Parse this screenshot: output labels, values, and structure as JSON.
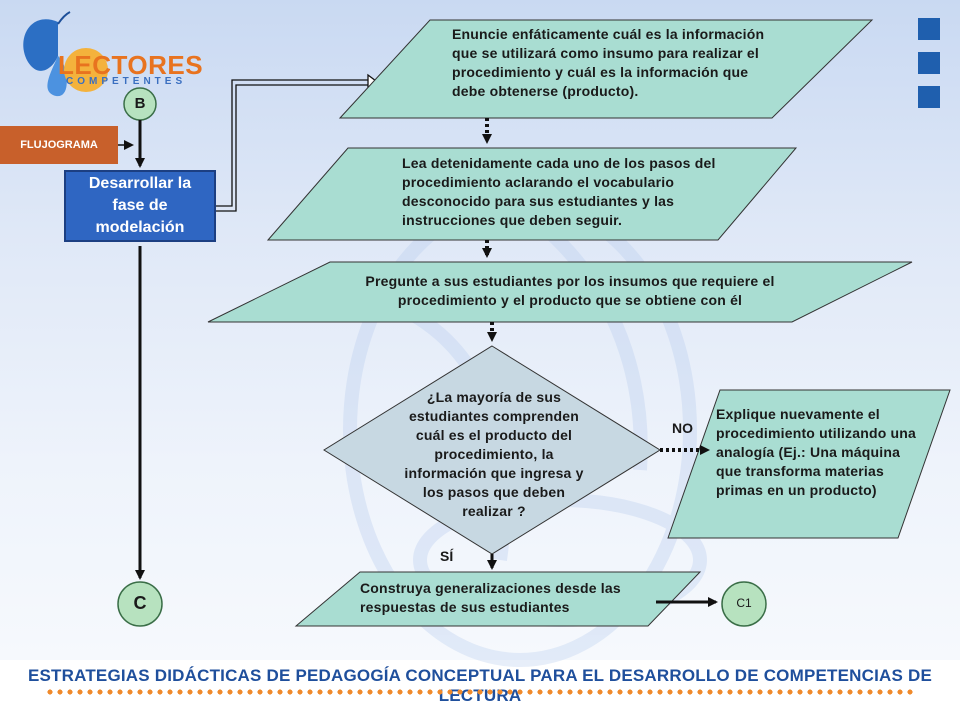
{
  "logo": {
    "title": "LECTORES",
    "subtitle": "COMPETENTES"
  },
  "nav_tag": "FLUJOGRAMA",
  "connectors": {
    "top": "B",
    "bottom": "C",
    "offpage": "C1"
  },
  "process": {
    "label": "Desarrollar la fase de modelación"
  },
  "steps": [
    "Enuncie enfáticamente cuál es la información que se utilizará como insumo para realizar el procedimiento y cuál es la información que debe obtenerse (producto).",
    "Lea detenidamente cada uno de los pasos del procedimiento aclarando el vocabulario desconocido para sus estudiantes y las instrucciones que deben seguir.",
    "Pregunte a sus estudiantes por los insumos que requiere el procedimiento y el producto que se obtiene con él"
  ],
  "decision": "¿La mayoría de sus estudiantes comprenden cuál es el producto del procedimiento, la información que ingresa y los pasos que deben realizar ?",
  "branch_no_label": "NO",
  "branch_yes_label": "SÍ",
  "no_action": "Explique nuevamente el procedimiento utilizando una analogía (Ej.: Una máquina que transforma materias primas en un producto)",
  "yes_action": "Construya generalizaciones desde las respuestas de sus estudiantes",
  "footer": "ESTRATEGIAS DIDÁCTICAS DE PEDAGOGÍA CONCEPTUAL PARA EL DESARROLLO DE COMPETENCIAS DE LECTURA",
  "colors": {
    "shape_fill": "#a9ddd2",
    "decision_fill": "#c7d8e2",
    "process_fill": "#2f66c2",
    "accent": "#e8731f",
    "brand_blue": "#1f5fae"
  }
}
